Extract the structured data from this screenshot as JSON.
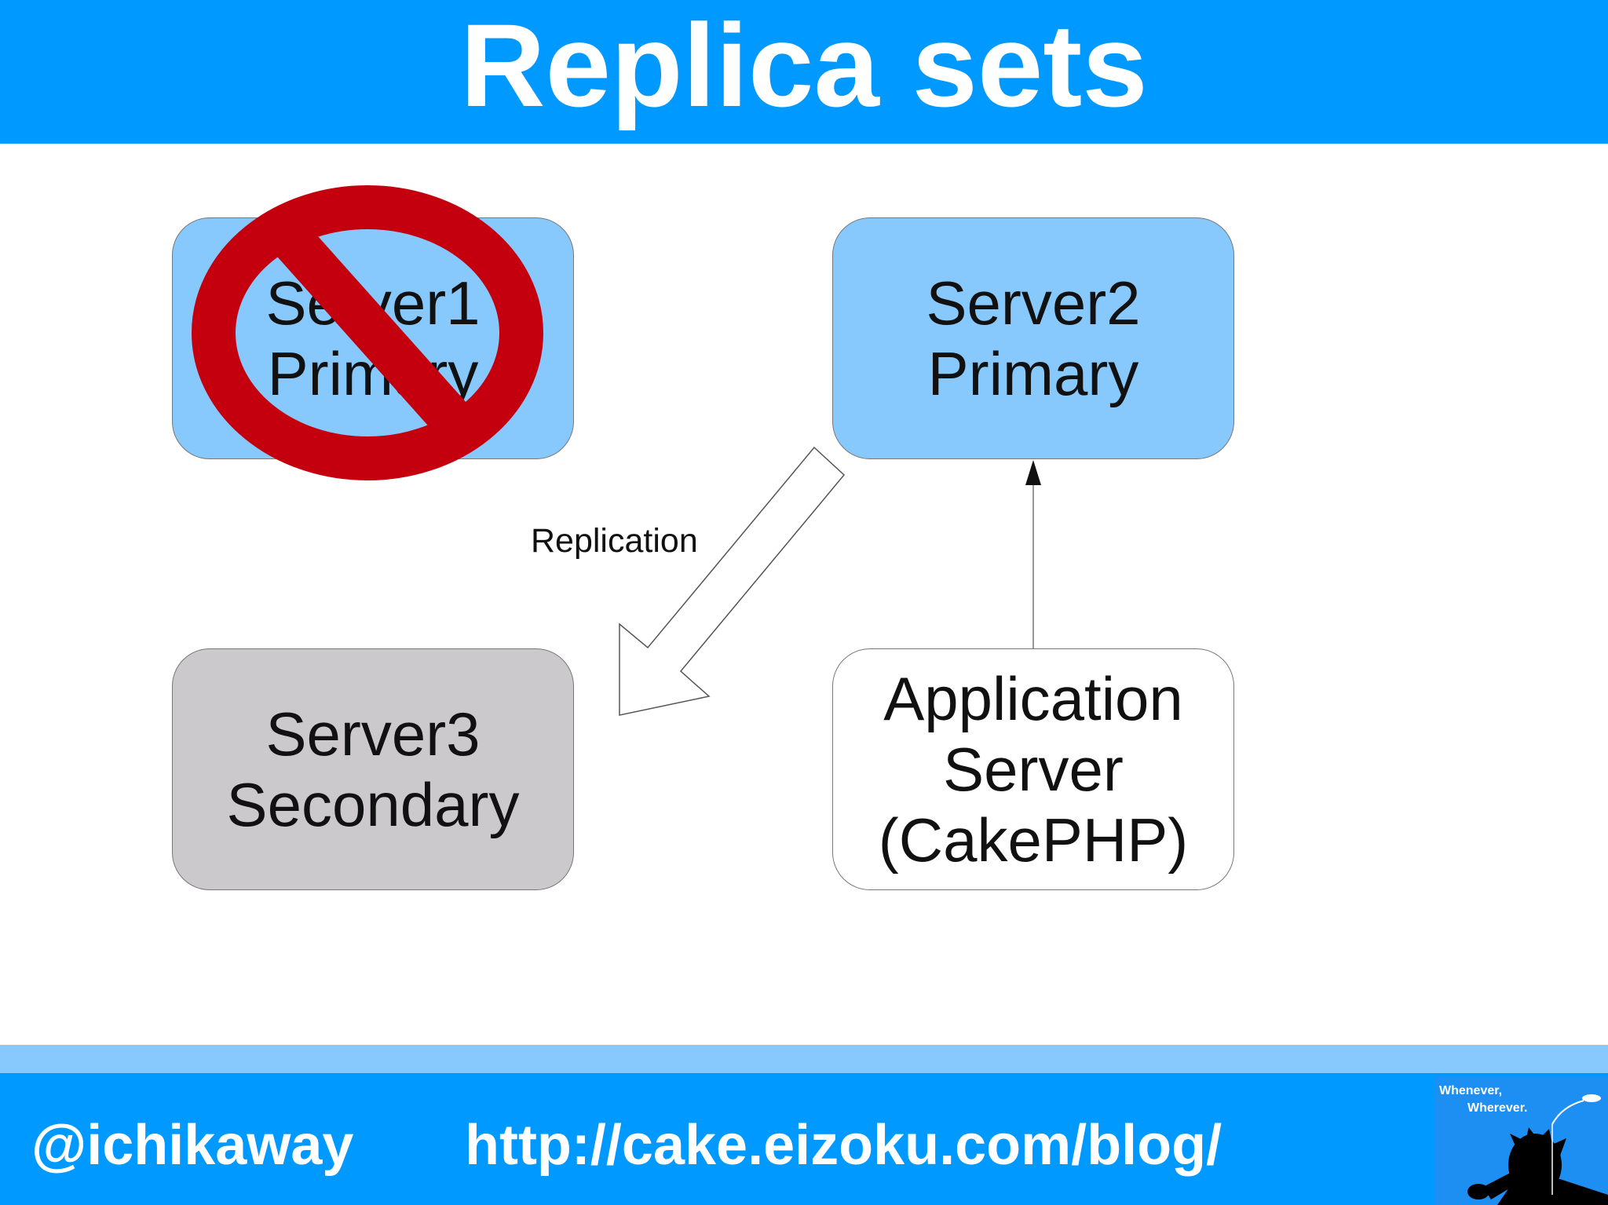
{
  "slide": {
    "title": "Replica sets"
  },
  "diagram": {
    "nodes": {
      "server1": {
        "line1": "Server1",
        "line2": "Primary",
        "status": "failed (prohibited sign overlay)"
      },
      "server2": {
        "line1": "Server2",
        "line2": "Primary"
      },
      "server3": {
        "line1": "Server3",
        "line2": "Secondary"
      },
      "app_server": {
        "line1": "Application",
        "line2": "Server",
        "line3": "(CakePHP)"
      }
    },
    "edges": {
      "replication_label": "Replication"
    },
    "colors": {
      "primary_box": "#87c9fd",
      "secondary_box": "#cbc9cc",
      "app_box": "#ffffff",
      "prohibited_sign": "#c4000f"
    },
    "icons": {
      "failure_overlay": "prohibited-sign-icon",
      "replication_arrow": "hollow-block-arrow-icon",
      "request_arrow": "thin-arrow-up-icon"
    }
  },
  "footer": {
    "handle": "@ichikaway",
    "url": "http://cake.eizoku.com/blog/",
    "logo": {
      "line1": "Whenever,",
      "line2": "Wherever."
    }
  },
  "theme": {
    "header_color": "#0099ff",
    "footer_color": "#0099ff",
    "footer_stripe_color": "#87c9fd",
    "text_color": "#ffffff"
  }
}
